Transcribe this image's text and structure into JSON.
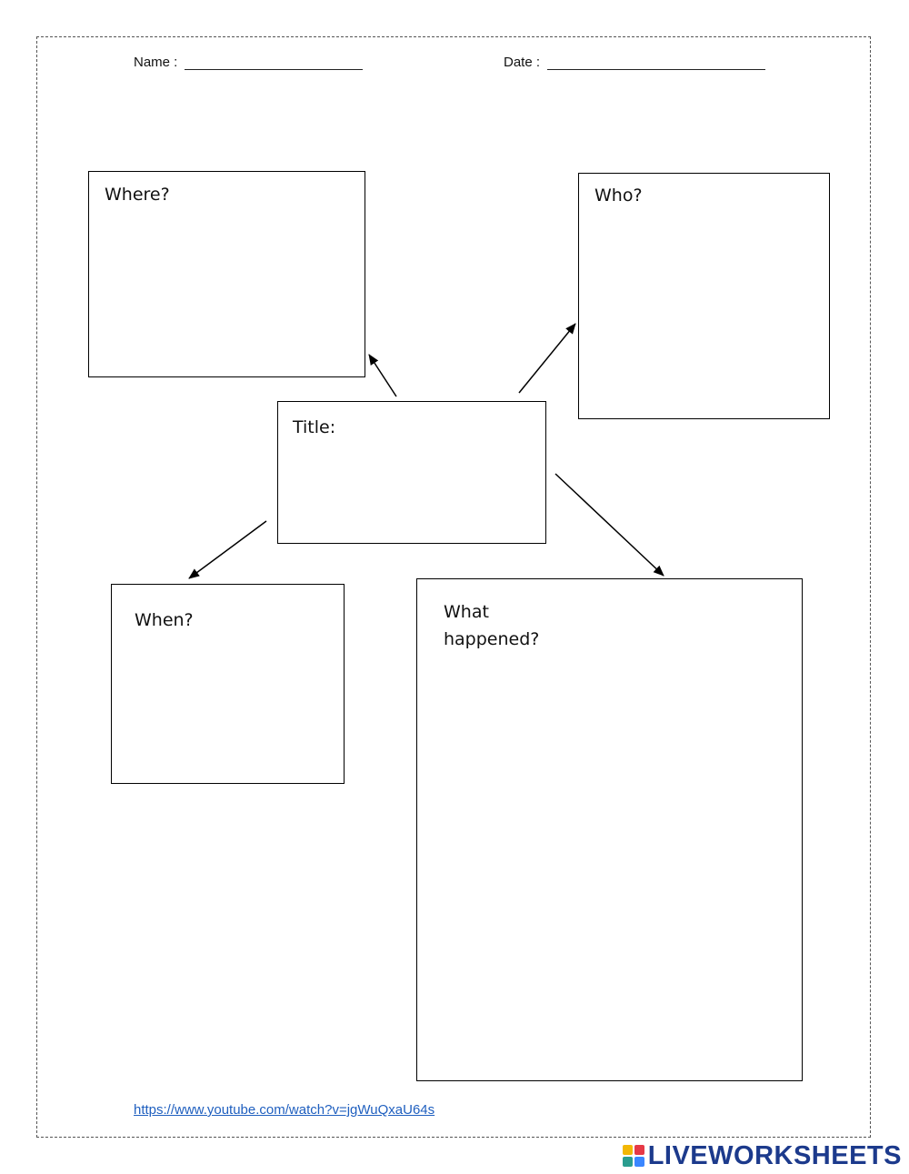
{
  "header": {
    "name_label": "Name :",
    "date_label": "Date :"
  },
  "boxes": {
    "where": "Where?",
    "who": "Who?",
    "title": "Title:",
    "when": "When?",
    "what_line1": "What",
    "what_line2": "happened?"
  },
  "footer": {
    "link_text": "https://www.youtube.com/watch?v=jgWuQxaU64s",
    "brand_text": "LIVEWORKSHEETS"
  },
  "colors": {
    "link": "#1f5fbf",
    "brand": "#1c3a8c",
    "brand_icon": [
      "#f2b705",
      "#e63946",
      "#2a9d8f",
      "#3a86ff"
    ]
  }
}
